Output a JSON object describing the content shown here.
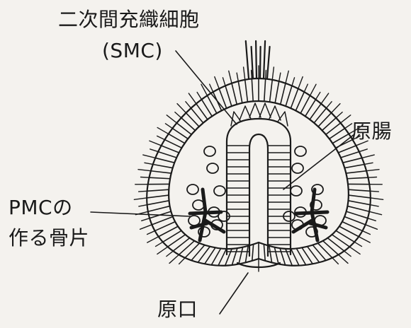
{
  "labels": {
    "smc_name": "二次間充織細胞",
    "smc_abbr": "(SMC)",
    "archenteron": "原腸",
    "pmc_line1": "PMCの",
    "pmc_line2": "作る骨片",
    "blastopore": "原口"
  },
  "colors": {
    "ink": "#1a1a1a",
    "paper": "#f4f2ee"
  }
}
